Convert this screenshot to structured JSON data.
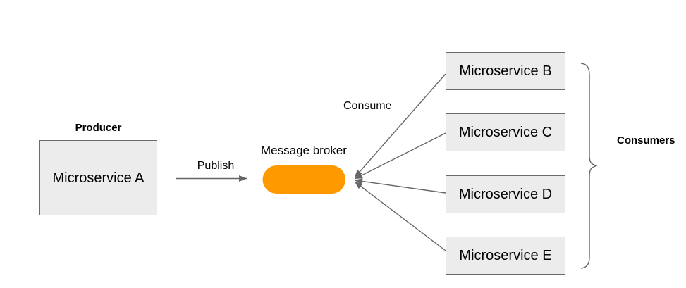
{
  "diagram": {
    "producer": {
      "caption": "Producer",
      "service": "Microservice A"
    },
    "broker": {
      "label": "Message broker",
      "fill": "#FF9900",
      "stroke": "#666666"
    },
    "edges": {
      "publish_label": "Publish",
      "consume_label": "Consume"
    },
    "consumers": {
      "caption": "Consumers",
      "services": [
        {
          "label": "Microservice B"
        },
        {
          "label": "Microservice C"
        },
        {
          "label": "Microservice D"
        },
        {
          "label": "Microservice E"
        }
      ]
    },
    "colors": {
      "background": "#ffffff",
      "box_fill": "#ececec",
      "box_border": "#6b6b6b",
      "connector": "#666666",
      "text": "#000000"
    }
  }
}
